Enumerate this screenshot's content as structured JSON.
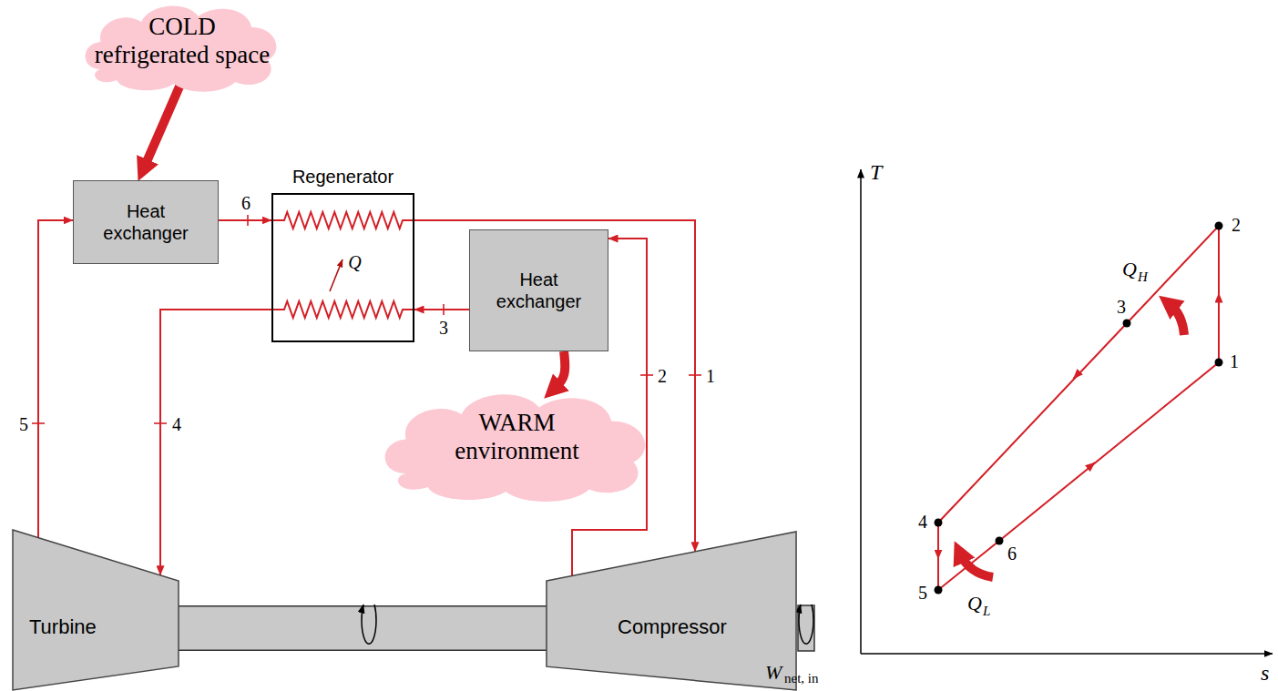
{
  "diagram": {
    "nodes": [
      {
        "text": [
          "COLD refrigerated space"
        ]
      },
      {
        "text": [
          "Heat exchanger"
        ]
      },
      {
        "text": [
          "Regenerator",
          "Q"
        ]
      },
      {
        "text": [
          "Heat exchanger"
        ]
      },
      {
        "text": [
          "WARM environment"
        ]
      },
      {
        "text": [
          "Turbine"
        ]
      },
      {
        "text": [
          "Compressor"
        ]
      }
    ],
    "edges": [
      {
        "from": 0,
        "to": 1,
        "arrow": "to"
      },
      {
        "from": 1,
        "to": 2,
        "label": "6",
        "arrow": "to"
      },
      {
        "from": 2,
        "to": 6,
        "label": "1",
        "arrow": "to"
      },
      {
        "from": 6,
        "to": 3,
        "label": "2",
        "arrow": "to"
      },
      {
        "from": 3,
        "to": 2,
        "label": "3",
        "arrow": "to"
      },
      {
        "from": 2,
        "to": 5,
        "label": "4",
        "arrow": "to"
      },
      {
        "from": 5,
        "to": 1,
        "label": "5",
        "arrow": "to"
      },
      {
        "from": 3,
        "to": 4,
        "arrow": "to"
      },
      {
        "from": 5,
        "to": 6,
        "arrow": "none"
      }
    ],
    "labels": [
      "T",
      "s",
      "2",
      "1",
      "3",
      "4",
      "5",
      "6",
      "Q",
      "H",
      "Q",
      "L",
      "W",
      "net, in"
    ]
  }
}
